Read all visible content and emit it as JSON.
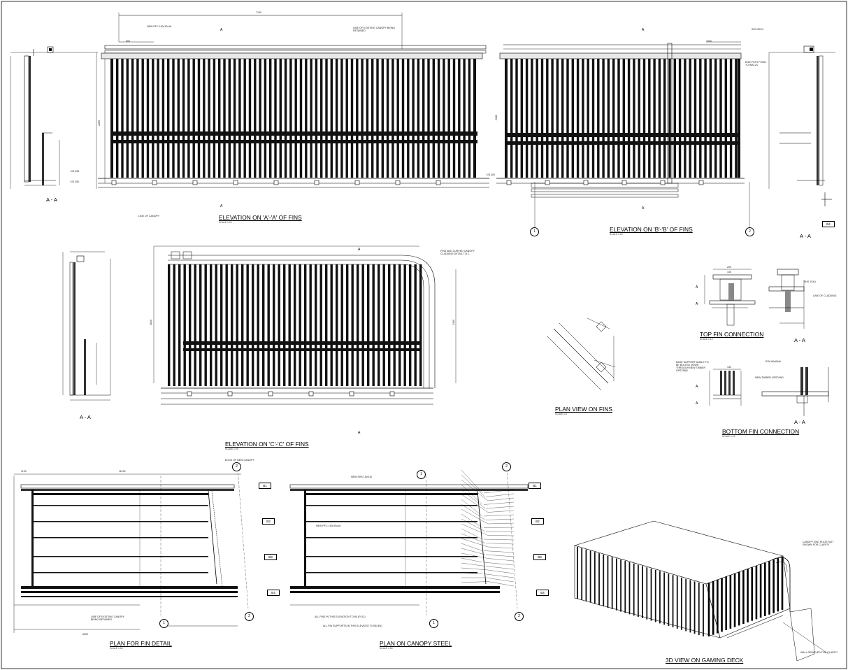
{
  "titles": {
    "elev_a": "ELEVATION ON 'A'-'A' OF FINS",
    "elev_b": "ELEVATION ON 'B'-'B' OF FINS",
    "elev_c": "ELEVATION ON 'C'-'C' OF FINS",
    "plan_fins": "PLAN VIEW ON FINS",
    "top_conn": "TOP FIN CONNECTION",
    "bottom_conn": "BOTTOM FIN CONNECTION",
    "plan_fin_detail": "PLAN FOR FIN DETAIL",
    "plan_canopy": "PLAN ON CANOPY STEEL",
    "view_3d": "3D VIEW ON GAMING DECK"
  },
  "scales": {
    "s120": "SCALE 1:20",
    "s110": "SCALE 1:10",
    "s15": "SCALE 1:5",
    "s150": "SCALE 1:50"
  },
  "section_marks": {
    "aa": "A - A",
    "a": "A"
  },
  "notes": {
    "new_pfc": "NEW PFC 150x75x18",
    "existing_canopy": "LINE OF EXISTING CANOPY BEING RETAINED",
    "line_of_canopy": "LINE OF CANOPY",
    "shs": "SHS 80X4",
    "end_post": "END POST FIXED TO WALLS",
    "fins_curved": "FINS AND CURVED CANOPY CLADDING DETAIL T.B.C.",
    "edge_new_canopy": "EDGE OF NEW CANOPY",
    "new_shs": "NEW SHS 150X10",
    "line_cladding": "LINE OF CLADDING",
    "rsa": "RSA 60x60x6",
    "timber_upstand": "NEW TIMBER UPSTAND",
    "base_support": "BASE SUPPORT ANGLE TO BE BOLTED DOWN THROUGH NEW TIMBER UPSTAND",
    "canopy_end_plate": "CANOPY END PLATE NOT SHOWN FOR CLARITY",
    "wall_removed": "WALL REMOVED FOR CLARITY",
    "fins_b4": "ALL FINS IN THIS ELEVATION TO B4 (PL11)",
    "fin_supports": "ALL FIN SUPPORTS IN THIS ELEVATIO TO B6 (B1)",
    "existing_canopy_plan": "LINE OF EXISTING CANOPY BEING RETAINED",
    "shs_top": "SHS 75X4"
  },
  "dims": {
    "d7100": "7100",
    "d600": "600",
    "d1500": "1500",
    "d2355": "2355",
    "d2380": "2380",
    "d2480": "2480",
    "d3616": "3616",
    "d1100": "1100",
    "d11153": "11153",
    "d6300": "6300",
    "d1100b": "1100",
    "d200": "200",
    "d140": "140",
    "d130": "130",
    "d2333": "+23.333",
    "d2250": "+23.250",
    "d2300": "+23.300"
  },
  "grid": {
    "g1": "1",
    "g2": "2",
    "b1": "B1",
    "b2": "B2",
    "b3": "B3",
    "b4": "B4"
  }
}
